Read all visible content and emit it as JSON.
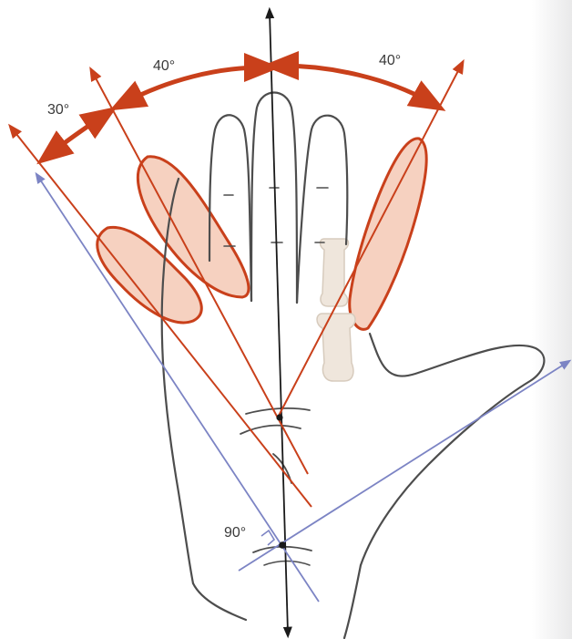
{
  "angles": {
    "ulnar_flexion_outer": "30°",
    "ulnar_flexion_inner": "40°",
    "radial_flexion": "40°",
    "thumb_axis": "90°"
  },
  "colors": {
    "hand_outline": "#4d4d4d",
    "accent_red": "#c9401b",
    "finger_fill": "#f5c9b5",
    "reference_blue": "#7c84c4",
    "axis_black": "#1a1a1a"
  },
  "icons": {
    "arrow_head": "arrowhead-icon",
    "right_angle": "right-angle-icon",
    "pivot_point": "pivot-dot-icon"
  }
}
